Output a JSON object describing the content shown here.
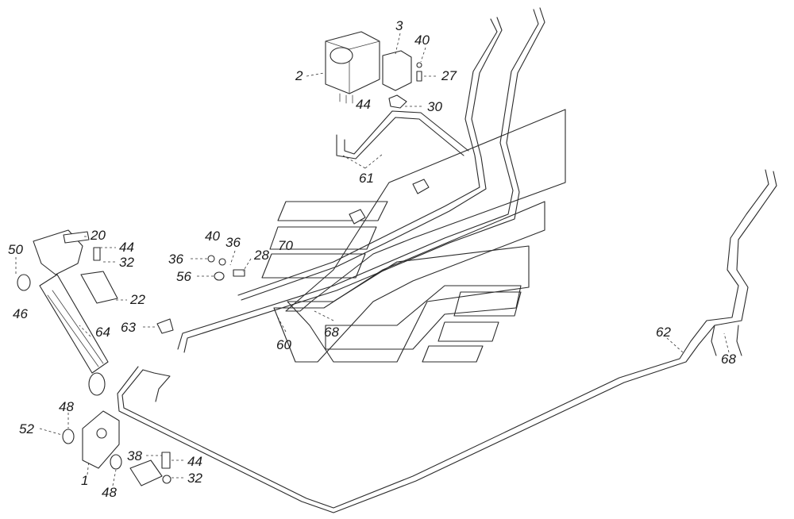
{
  "labels": {
    "p1": "1",
    "p2": "2",
    "p3": "3",
    "p20": "20",
    "p22": "22",
    "p27": "27",
    "p28": "28",
    "p30": "30",
    "p32a": "32",
    "p32b": "32",
    "p36a": "36",
    "p36b": "36",
    "p38": "38",
    "p40a": "40",
    "p40b": "40",
    "p44a": "44",
    "p44b": "44",
    "p44c": "44",
    "p46": "46",
    "p48a": "48",
    "p48b": "48",
    "p50": "50",
    "p52": "52",
    "p56": "56",
    "p60": "60",
    "p61": "61",
    "p62": "62",
    "p63": "63",
    "p64": "64",
    "p68a": "68",
    "p68b": "68",
    "p70": "70"
  }
}
